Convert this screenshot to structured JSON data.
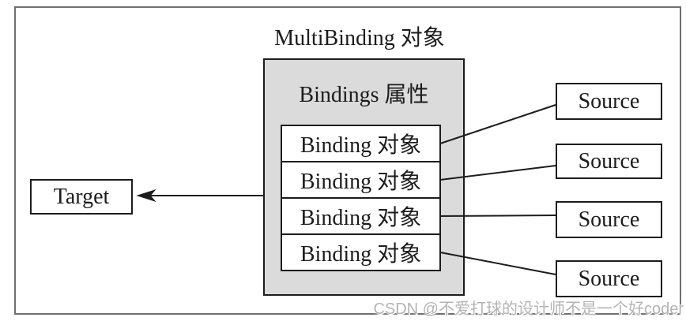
{
  "diagram": {
    "title": "MultiBinding 对象",
    "bindings_property_label": "Bindings 属性",
    "binding_objects": [
      {
        "label": "Binding 对象"
      },
      {
        "label": "Binding 对象"
      },
      {
        "label": "Binding 对象"
      },
      {
        "label": "Binding 对象"
      }
    ],
    "sources": [
      {
        "label": "Source"
      },
      {
        "label": "Source"
      },
      {
        "label": "Source"
      },
      {
        "label": "Source"
      }
    ],
    "target": {
      "label": "Target"
    },
    "colors": {
      "container_fill": "#dbdbdb",
      "box_border": "#1c1c1c",
      "outer_border": "#6e6e6e",
      "line": "#1c1c1c",
      "watermark": "#b4b4b4"
    }
  },
  "watermark": {
    "text": "CSDN @不爱打球的设计师不是一个好coder"
  }
}
